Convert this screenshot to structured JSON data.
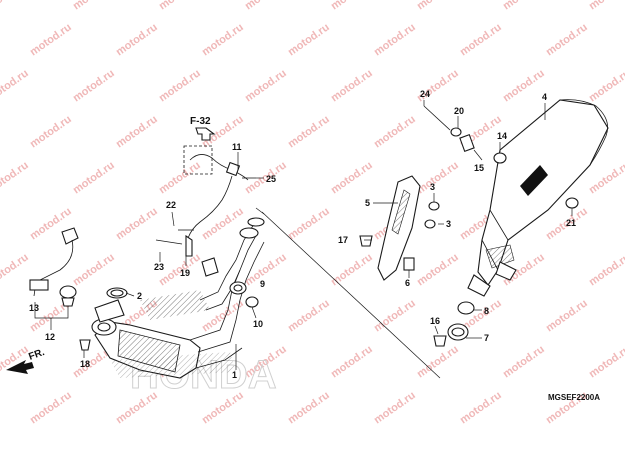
{
  "watermark_text": "motod.ru",
  "reference_label": "F-32",
  "direction_label": "FR.",
  "diagram_code": "MGSEF2200A",
  "brand_outline_text": "HONDA",
  "callouts": {
    "c1": "1",
    "c2": "2",
    "c3a": "3",
    "c3b": "3",
    "c4": "4",
    "c5": "5",
    "c6": "6",
    "c7": "7",
    "c8": "8",
    "c9": "9",
    "c10": "10",
    "c11": "11",
    "c12": "12",
    "c13": "13",
    "c14": "14",
    "c15": "15",
    "c16": "16",
    "c17": "17",
    "c18": "18",
    "c19": "19",
    "c20": "20",
    "c21": "21",
    "c22": "22",
    "c23": "23",
    "c24": "24",
    "c25": "25"
  },
  "colors": {
    "ink": "#1a1a1a",
    "watermark": "#f0b8b8",
    "hatch_fill": "#e9e9e9"
  }
}
